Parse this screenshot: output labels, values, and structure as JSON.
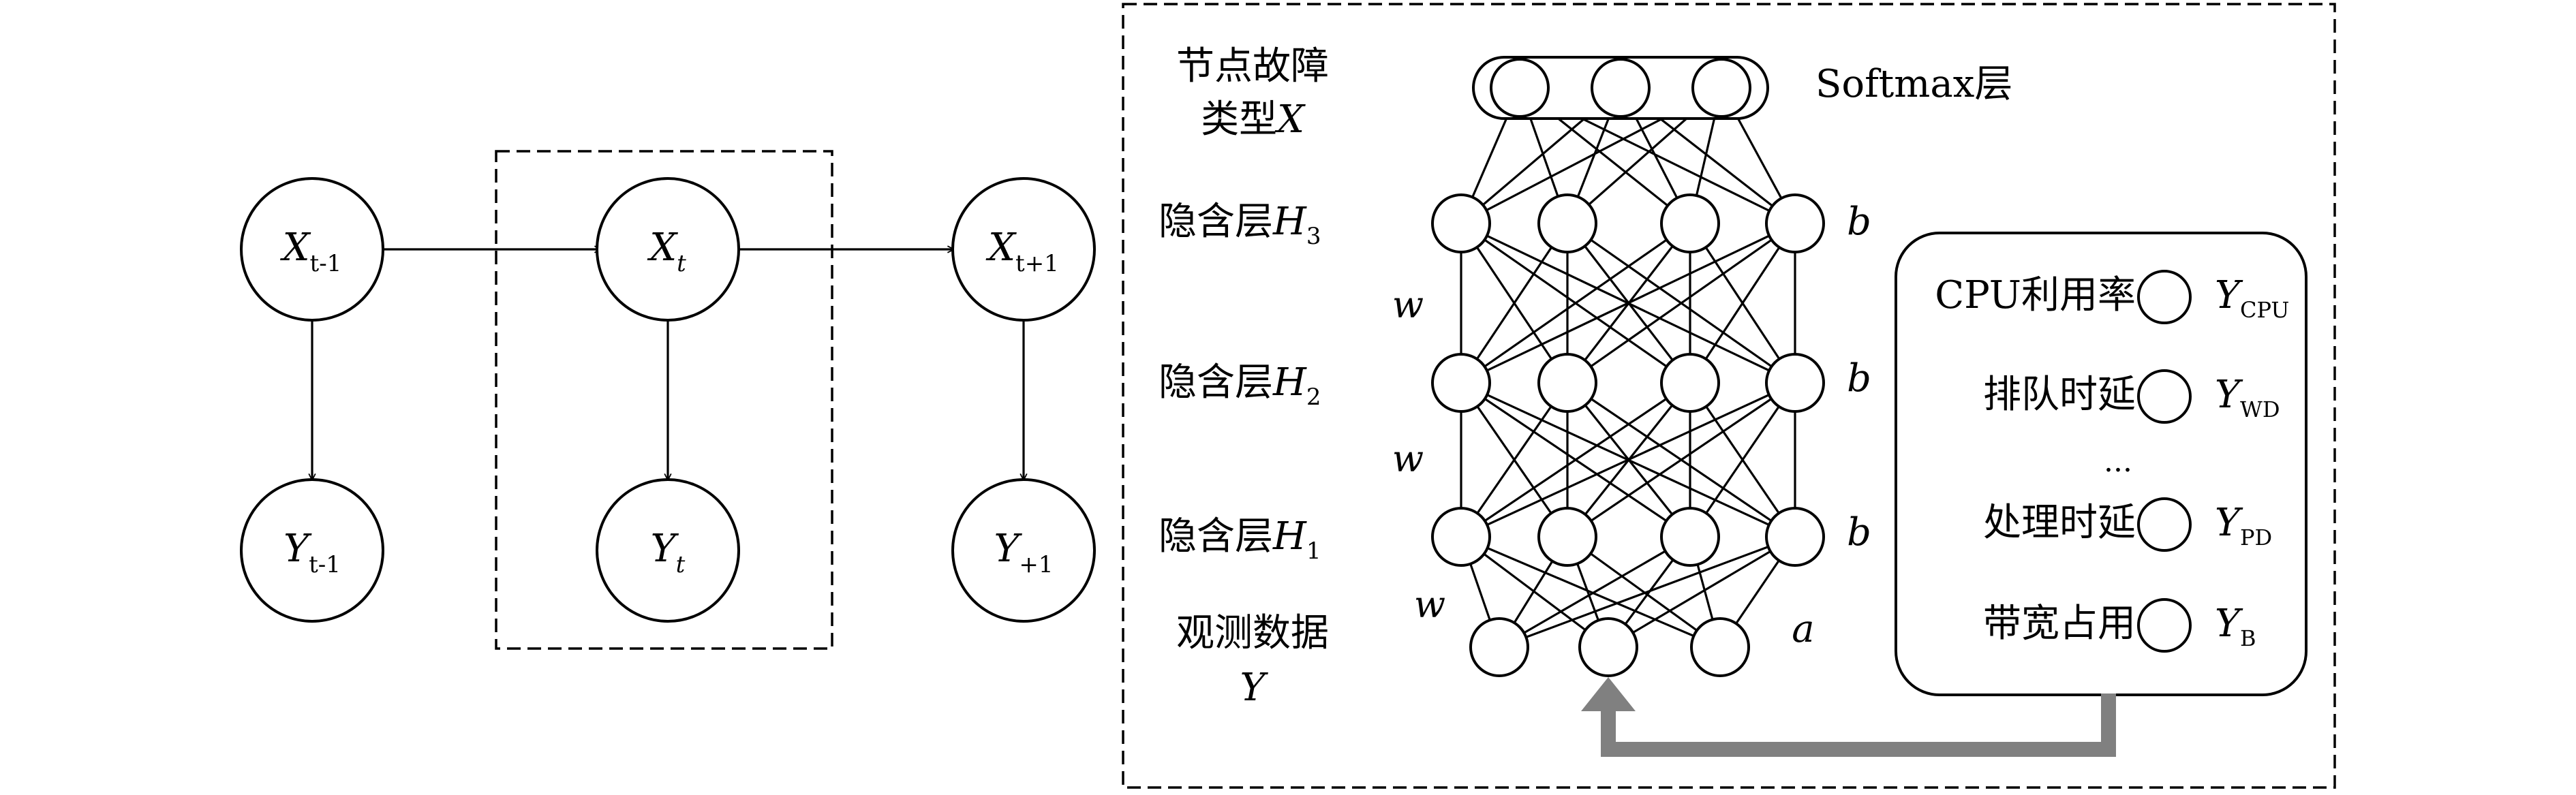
{
  "dbn": {
    "x_prev": {
      "base": "X",
      "sub": "t-1"
    },
    "x_cur": {
      "base": "X",
      "sub": "t"
    },
    "x_next": {
      "base": "X",
      "sub": "t+1"
    },
    "y_prev": {
      "base": "Y",
      "sub": "t-1"
    },
    "y_cur": {
      "base": "Y",
      "sub": "t"
    },
    "y_next": {
      "base": "Y",
      "sub": "+1"
    }
  },
  "dbn_detail": {
    "fault_type_label": {
      "line1": "节点故障",
      "line2_text": "类型",
      "line2_var": "X"
    },
    "softmax_label": "Softmax层",
    "hidden_label_text": "隐含层",
    "hidden_layers": [
      {
        "var": "H",
        "sub": "3",
        "bias": "b"
      },
      {
        "var": "H",
        "sub": "2",
        "bias": "b"
      },
      {
        "var": "H",
        "sub": "1",
        "bias": "b"
      }
    ],
    "weights": [
      "w",
      "w",
      "w"
    ],
    "observed_label": {
      "line1": "观测数据",
      "line2": "Y"
    },
    "visible_bias": "a"
  },
  "observations": {
    "items": [
      {
        "label": "CPU利用率",
        "var": "Y",
        "sub": "CPU"
      },
      {
        "label": "排队时延",
        "var": "Y",
        "sub": "WD"
      },
      {
        "label": "处理时延",
        "var": "Y",
        "sub": "PD"
      },
      {
        "label": "带宽占用",
        "var": "Y",
        "sub": "B"
      }
    ],
    "ellipsis": "..."
  },
  "colors": {
    "feedback_arrow": "#808080",
    "stroke": "#000000"
  }
}
